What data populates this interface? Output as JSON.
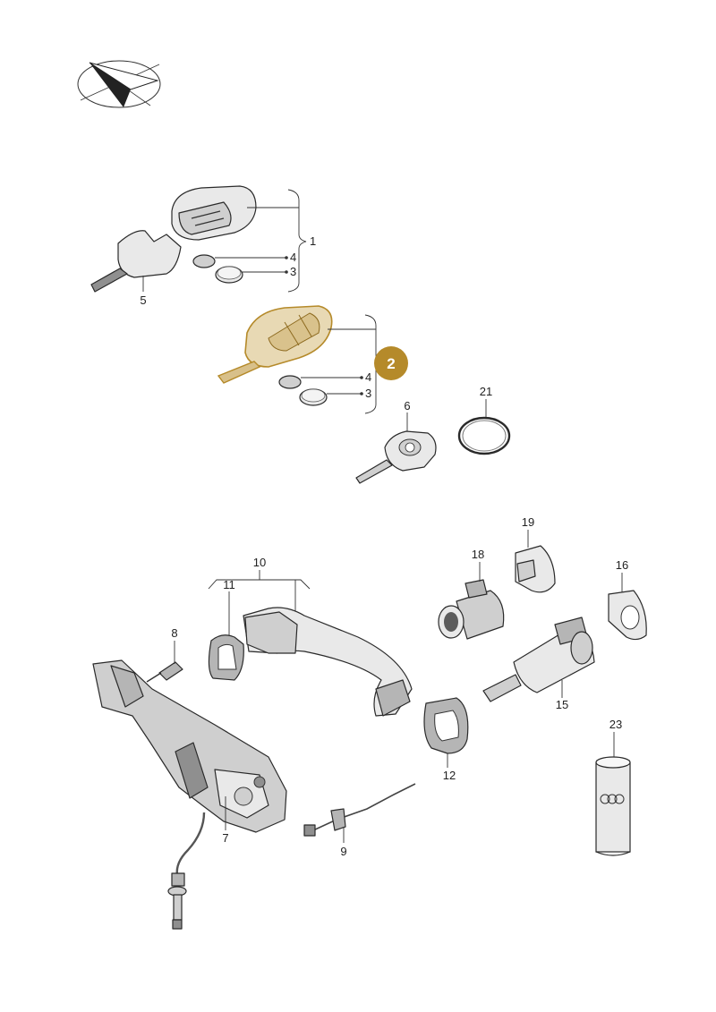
{
  "diagram": {
    "highlight_color": "#b58a2a",
    "callouts": {
      "c1": "1",
      "c2": "2",
      "c3a": "3",
      "c3b": "3",
      "c4a": "4",
      "c4b": "4",
      "c5": "5",
      "c6": "6",
      "c7": "7",
      "c8": "8",
      "c9": "9",
      "c10": "10",
      "c11": "11",
      "c12": "12",
      "c15": "15",
      "c16": "16",
      "c18": "18",
      "c19": "19",
      "c21": "21",
      "c23": "23"
    }
  }
}
